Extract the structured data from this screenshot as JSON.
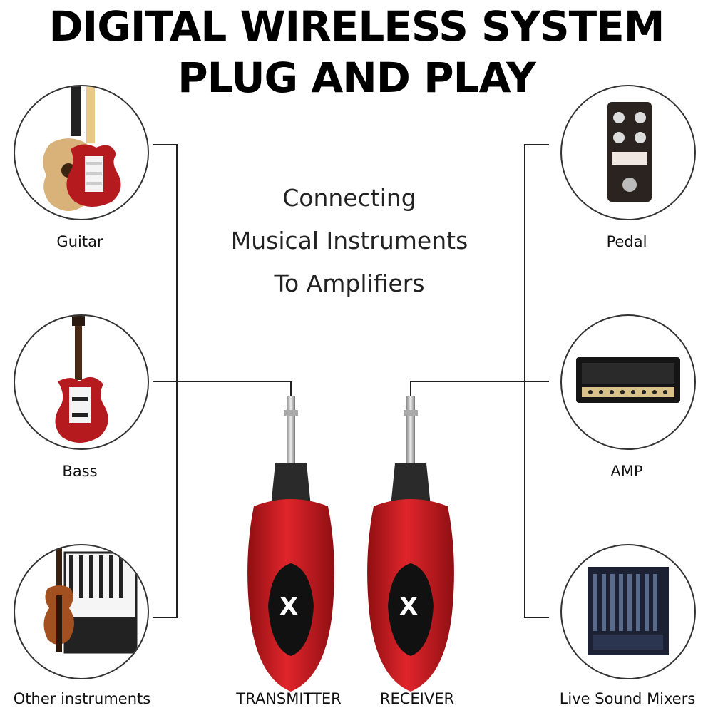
{
  "header": {
    "line1": "DIGITAL WIRELESS SYSTEM",
    "line2": "PLUG AND PLAY"
  },
  "center": {
    "line1": "Connecting",
    "line2": "Musical Instruments",
    "line3": "To Amplifiers"
  },
  "left_items": [
    {
      "label": "Guitar",
      "icon": "guitar-icon"
    },
    {
      "label": "Bass",
      "icon": "bass-guitar-icon"
    },
    {
      "label": "Other instruments",
      "icon": "violin-keyboard-icon"
    }
  ],
  "right_items": [
    {
      "label": "Pedal",
      "icon": "effects-pedal-icon"
    },
    {
      "label": "AMP",
      "icon": "amplifier-head-icon"
    },
    {
      "label": "Live Sound Mixers",
      "icon": "mixing-console-icon"
    }
  ],
  "devices": {
    "transmitter_label": "TRANSMITTER",
    "receiver_label": "RECEIVER",
    "brand_mark": "X",
    "body_color": "#c4161c",
    "accent_color": "#111111"
  }
}
